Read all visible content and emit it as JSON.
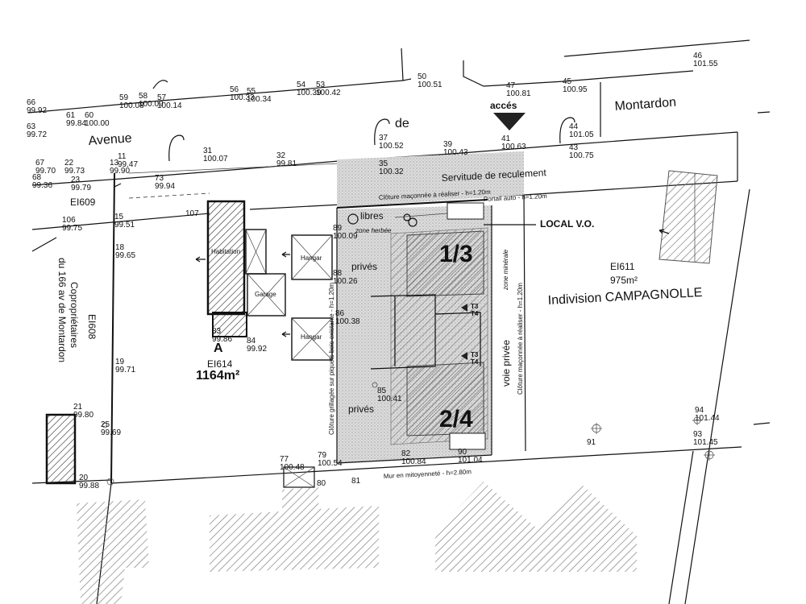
{
  "street": {
    "w1": "Avenue",
    "w2": "de",
    "w3": "Montardon"
  },
  "access": "accés",
  "setback": "Servitude de reculement",
  "wall_front": "Clôture maçonnée à réaliser - h=1.20m",
  "gate": "Portail auto - h=1.20m",
  "local_vo": "LOCAL V.O.",
  "libres": "libres",
  "zone_herbee": "zone herbée",
  "lot1": "1/3",
  "lot2": "2/4",
  "prives": "privés",
  "t34": "T3",
  "t4": "T4",
  "zone_minerale": "zone minérale",
  "voie_privee": "voie privée",
  "wall_right": "Clôture maçonnée à réaliser - h=1.20m",
  "wall_left": "Clôture grillagée sur piquets bois existante - h=1.20m",
  "wall_bottom": "Mur en mitoyenneté - h=2.80m",
  "habitation": "Habitation",
  "garage": "Garage",
  "hangar": "Hangar",
  "parcel_a": "A",
  "ei614": "EI614",
  "ei614_area": "1164m²",
  "ei609": "EI609",
  "ei608": "EI608",
  "copro1": "Copropriétaires",
  "copro2": "du 166 av de Montardon",
  "ei611": "EI611",
  "ei611_area": "975m²",
  "indivision": "Indivision CAMPAGNOLLE",
  "points": [
    {
      "n": "66",
      "z": "99.92"
    },
    {
      "n": "63",
      "z": "99.72"
    },
    {
      "n": "61",
      "z": "99.84"
    },
    {
      "n": "60",
      "z": "100.00"
    },
    {
      "n": "59",
      "z": "100.08"
    },
    {
      "n": "58",
      "z": "100.09"
    },
    {
      "n": "57",
      "z": "100.14"
    },
    {
      "n": "56",
      "z": "100.33"
    },
    {
      "n": "55",
      "z": "100.34"
    },
    {
      "n": "54",
      "z": "100.39"
    },
    {
      "n": "53",
      "z": "100.42"
    },
    {
      "n": "50",
      "z": "100.51"
    },
    {
      "n": "47",
      "z": "100.81"
    },
    {
      "n": "45",
      "z": "100.95"
    },
    {
      "n": "46",
      "z": "101.55"
    },
    {
      "n": "44",
      "z": "101.05"
    },
    {
      "n": "43",
      "z": "100.75"
    },
    {
      "n": "41",
      "z": "100.63"
    },
    {
      "n": "39",
      "z": "100.43"
    },
    {
      "n": "37",
      "z": "100.52"
    },
    {
      "n": "35",
      "z": "100.32"
    },
    {
      "n": "32",
      "z": "99.81"
    },
    {
      "n": "31",
      "z": "100.07"
    },
    {
      "n": "67",
      "z": "99.70"
    },
    {
      "n": "22",
      "z": "99.73"
    },
    {
      "n": "68",
      "z": "99.36"
    },
    {
      "n": "23",
      "z": "99.79"
    },
    {
      "n": "13",
      "z": "99.90"
    },
    {
      "n": "73",
      "z": "99.94"
    },
    {
      "n": "11",
      "z": "99.47"
    },
    {
      "n": "15",
      "z": "99.51"
    },
    {
      "n": "106",
      "z": "99.75"
    },
    {
      "n": "107",
      "z": ""
    },
    {
      "n": "18",
      "z": "99.65"
    },
    {
      "n": "89",
      "z": "100.09"
    },
    {
      "n": "88",
      "z": "100.26"
    },
    {
      "n": "86",
      "z": "100.38"
    },
    {
      "n": "83",
      "z": "99.86"
    },
    {
      "n": "84",
      "z": "99.92"
    },
    {
      "n": "19",
      "z": "99.71"
    },
    {
      "n": "21",
      "z": "99.80"
    },
    {
      "n": "20",
      "z": "99.88"
    },
    {
      "n": "25",
      "z": "99.69"
    },
    {
      "n": "77",
      "z": "100.48"
    },
    {
      "n": "79",
      "z": "100.54"
    },
    {
      "n": "80",
      "z": ""
    },
    {
      "n": "81",
      "z": ""
    },
    {
      "n": "82",
      "z": "100.84"
    },
    {
      "n": "90",
      "z": "101.04"
    },
    {
      "n": "91",
      "z": ""
    },
    {
      "n": "94",
      "z": "101.44"
    },
    {
      "n": "93",
      "z": "101.45"
    },
    {
      "n": "85",
      "z": "100.41"
    }
  ]
}
